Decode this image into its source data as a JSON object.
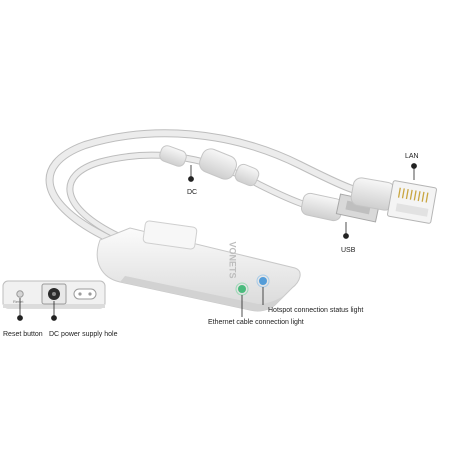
{
  "labels": {
    "lan": "LAN",
    "dc": "DC",
    "usb": "USB",
    "hotspot_light": "Hotspot connection status light",
    "ethernet_light": "Ethernet cable connection light",
    "reset_button": "Reset button",
    "dc_power_hole": "DC power supply hole"
  },
  "device": {
    "brand_text": "VONETS",
    "inset_reset_text": "Reset"
  },
  "colors": {
    "cable": "#e6e6e6",
    "device_body": "#f4f4f4",
    "indicator_green": "#2fb36a",
    "indicator_blue": "#3a8fd6",
    "pointer": "#222222"
  }
}
